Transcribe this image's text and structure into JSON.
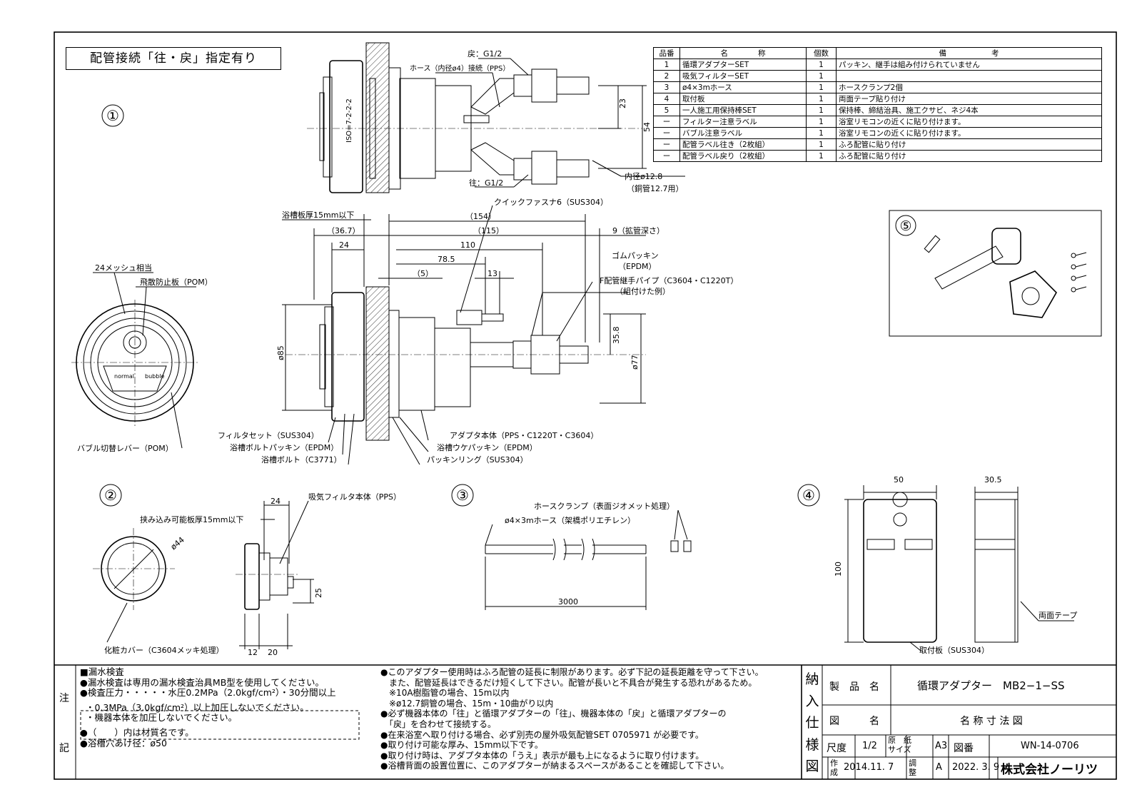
{
  "header": {
    "title": "配管接続「往・戻」指定有り"
  },
  "views": {
    "v1": "①",
    "v2": "②",
    "v3": "③",
    "v4": "④",
    "v5": "⑤"
  },
  "parts_table": {
    "headers": [
      "品番",
      "名　　　　称",
      "個数",
      "備　　　　　　考"
    ],
    "rows": [
      [
        "1",
        "循環アダプターSET",
        "1",
        "パッキン、継手は組み付けられていません"
      ],
      [
        "2",
        "吸気フィルターSET",
        "1",
        ""
      ],
      [
        "3",
        "ø4×3mホース",
        "1",
        "ホースクランプ2個"
      ],
      [
        "4",
        "取付板",
        "1",
        "両面テープ貼り付け"
      ],
      [
        "5",
        "一人施工用保持棒SET",
        "1",
        "保持棒、締結治具、施工クサビ、ネジ4本"
      ],
      [
        "ー",
        "フィルター注意ラベル",
        "1",
        "浴室リモコンの近くに貼り付けます。"
      ],
      [
        "ー",
        "バブル注意ラベル",
        "1",
        "浴室リモコンの近くに貼り付けます。"
      ],
      [
        "ー",
        "配管ラベル往き（2枚組）",
        "1",
        "ふろ配管に貼り付け"
      ],
      [
        "ー",
        "配管ラベル戻り（2枚組）",
        "1",
        "ふろ配管に貼り付け"
      ]
    ]
  },
  "view1_top": {
    "return_label": "戻：G1/2",
    "hose_label": "ホース（内径ø4）接続（PPS）",
    "supply_label": "往：G1/2",
    "inner_dia": "内径ø12.8",
    "copper": "（銅管12.7用）",
    "dim_23": "23",
    "dim_54": "54"
  },
  "view1_side": {
    "tub_thickness": "浴槽板厚15mm以下",
    "quick_fastener": "クイックファスナ6（SUS304）",
    "d154": "（154）",
    "d36_7": "（36.7）",
    "d115": "（115）",
    "d9": "9（拡管深さ）",
    "d24": "24",
    "d110": "110",
    "gum": "ゴムパッキン",
    "epdm": "（EPDM）",
    "d78_5": "78.5",
    "d5": "（5）",
    "d13": "13",
    "pipe": "F配管継手パイプ（C3604・C1220T）",
    "example": "（組付けた例）",
    "d85": "ø85",
    "d35_8": "35.8",
    "d77": "ø77",
    "filter_set": "フィルタセット（SUS304）",
    "bolt_packing": "浴槽ボルトパッキン（EPDM）",
    "bolt": "浴槽ボルト（C3771）",
    "adapter_body": "アダプタ本体（PPS・C1220T・C3604）",
    "tub_packing": "浴槽ウケパッキン（EPDM）",
    "packing_ring": "パッキンリング（SUS304）"
  },
  "front_view": {
    "mesh": "24メッシュ相当",
    "splash": "飛散防止板（POM）",
    "bubble_lever": "バブル切替レバー（POM）",
    "normal": "normal",
    "bubble": "bubble"
  },
  "view2": {
    "d24": "24",
    "filter_body": "吸気フィルタ本体（PPS）",
    "clamp_thickness": "挟み込み可能板厚15mm以下",
    "d44": "ø44",
    "d25": "25",
    "cover": "化粧カバー（C3604メッキ処理）",
    "d12": "12",
    "d20": "20"
  },
  "view3": {
    "clamp": "ホースクランプ（表面ジオメット処理）",
    "hose": "ø4×3mホース（架橋ポリエチレン）",
    "d3000": "3000"
  },
  "view4": {
    "d50": "50",
    "d30_5": "30.5",
    "d100": "100",
    "tape": "両面テープ",
    "plate": "取付板（SUS304）"
  },
  "notes": {
    "label_top": "注",
    "label_bottom": "記",
    "left": [
      "■漏水検査",
      "●漏水検査は専用の漏水検査治具MB型を使用してください。",
      "●検査圧力・・・・・水圧0.2MPa（2.0kgf/cm²）・30分間以上",
      "・0.3MPa（3.0kgf/cm²）以上加圧しないでください。",
      "・機器本体を加圧しないでください。",
      "●（　　）内は材質名です。",
      "●浴槽穴あけ径：ø50"
    ],
    "right": [
      "●このアダプター使用時はふろ配管の延長に制限があります。必ず下記の延長距離を守って下さい。",
      "　また、配管延長はできるだけ短くして下さい。配管が長いと不具合が発生する恐れがあるため。",
      "　※10A樹脂管の場合、15m以内",
      "　※ø12.7銅管の場合、15m・10曲がり以内",
      "●必ず機器本体の「往」と循環アダプターの「往」、機器本体の「戻」と循環アダプターの",
      "　「戻」を合わせて接続する。",
      "●在来浴室へ取り付ける場合、必ず別売の屋外吸気配管SET 0705971 が必要です。",
      "●取り付け可能な厚み、15mm以下です。",
      "●取り付け時は、アダプタ本体の「うえ」表示が最も上になるように取り付けます。",
      "●浴槽背面の設置位置に、このアダプターが納まるスペースがあることを確認して下さい。"
    ]
  },
  "title_block": {
    "side_label": [
      "納",
      "入",
      "仕",
      "様",
      "図"
    ],
    "product_label": "製　品　名",
    "product": "循環アダプター　MB2−1−SS",
    "drawing_label": "図　　　名",
    "drawing": "名 称 寸 法 図",
    "scale_label": "尺度",
    "scale": "1/2",
    "paper_label": "原　紙\nサイズ",
    "paper_label_1": "原　紙",
    "paper_label_2": "サイズ",
    "paper": "A3",
    "num_label": "図番",
    "num": "WN-14-0706",
    "made_label": "作成",
    "made": "2014.11. 7",
    "adj_label": "調整",
    "rev": "A",
    "rev_date": "2022. 3. 9",
    "company": "株式会社ノーリツ"
  }
}
